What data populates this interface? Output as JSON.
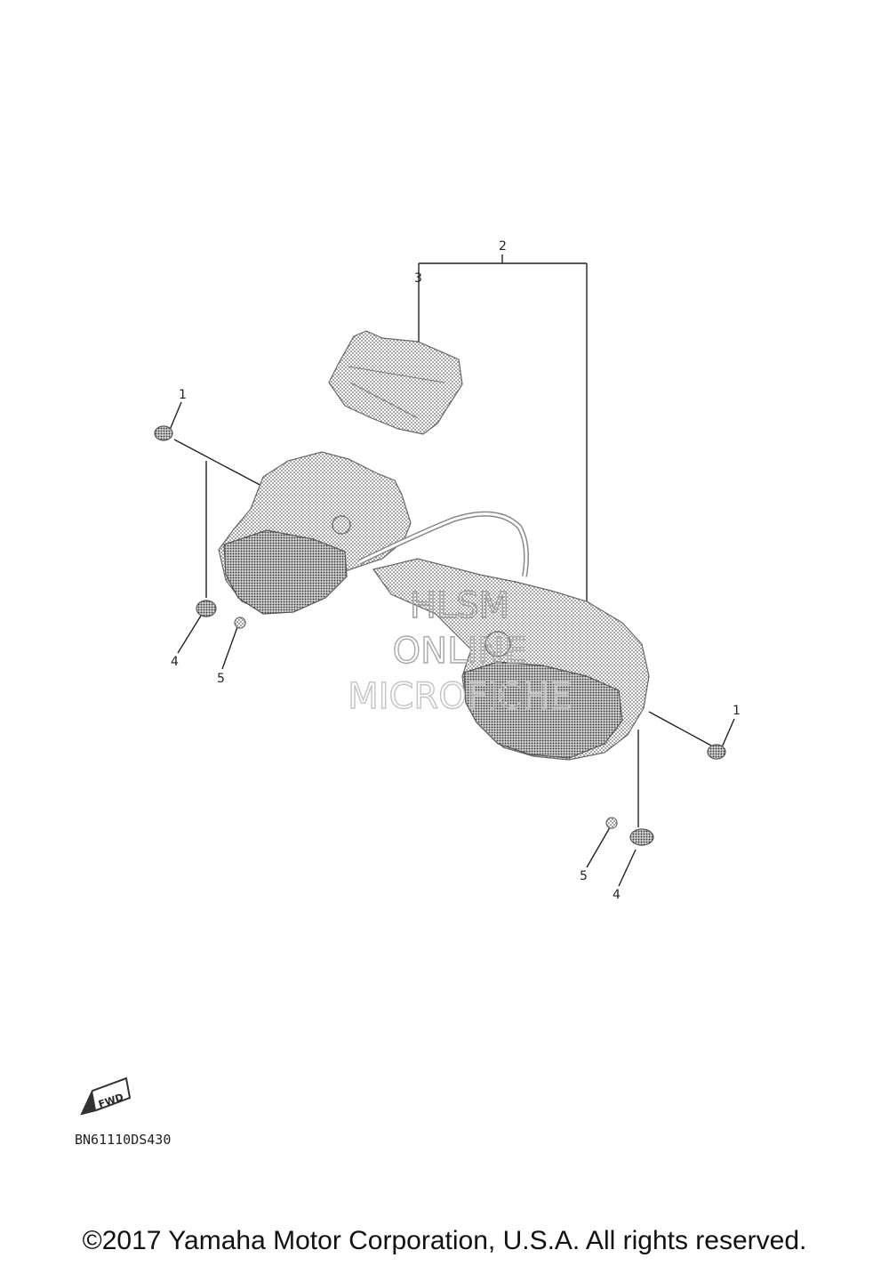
{
  "callouts": {
    "c2": "2",
    "c3": "3",
    "c1_left": "1",
    "c4_left": "4",
    "c5_left": "5",
    "c1_right": "1",
    "c5_right": "5",
    "c4_right": "4"
  },
  "watermark": {
    "line1": "HLSM",
    "line2": "ONLINE",
    "line3": "MICROFICHE"
  },
  "fwd_badge": "FWD",
  "drawing_code": "BN61110DS430",
  "copyright": "©2017 Yamaha Motor Corporation, U.S.A. All rights reserved."
}
